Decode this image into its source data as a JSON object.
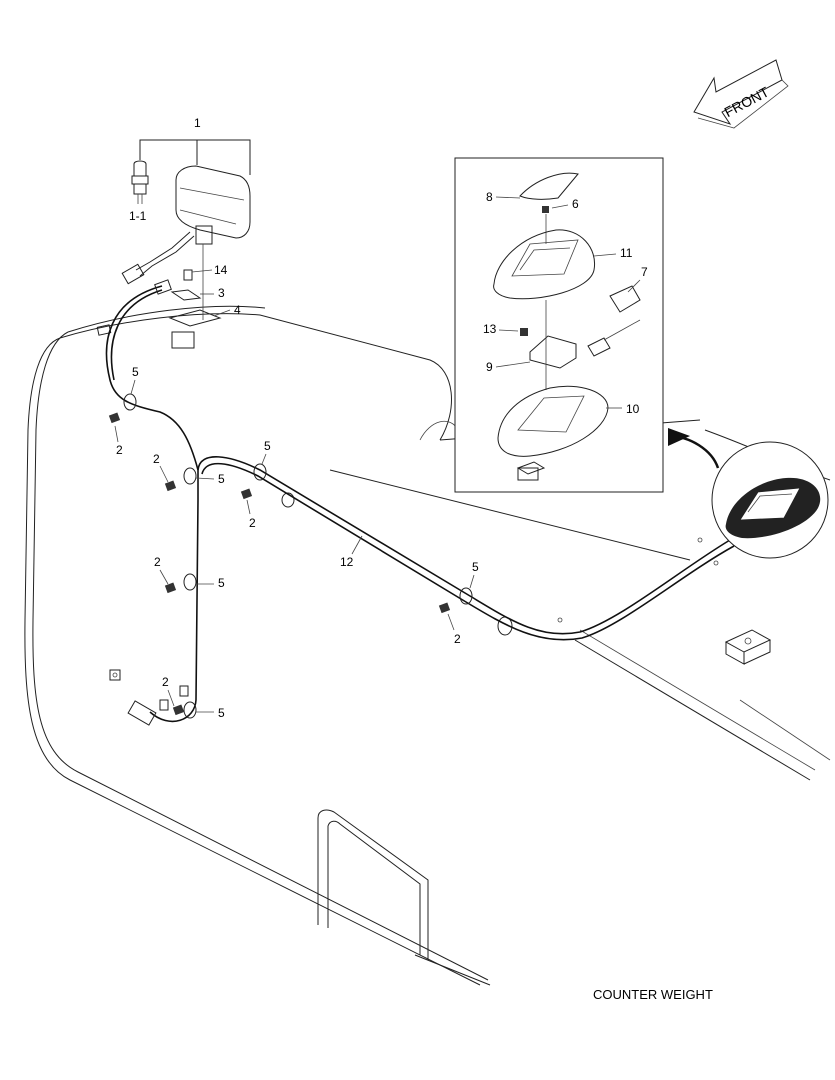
{
  "direction_arrow": {
    "label": "FRONT"
  },
  "caption": "COUNTER WEIGHT",
  "callouts": {
    "c1": "1",
    "c1_1": "1-1",
    "c14": "14",
    "c3": "3",
    "c4": "4",
    "c5a": "5",
    "c2a": "2",
    "c2b": "2",
    "c5b": "5",
    "c5c": "5",
    "c2c": "2",
    "c2d": "2",
    "c5d": "5",
    "c2e": "2",
    "c5e": "5",
    "c12": "12",
    "c5f": "5",
    "c2f": "2",
    "c8": "8",
    "c6": "6",
    "c11": "11",
    "c7": "7",
    "c13": "13",
    "c9": "9",
    "c10": "10"
  },
  "icons": [
    "front-arrow-icon",
    "work-lamp-icon",
    "bulb-icon",
    "beacon-lamp-icon"
  ]
}
